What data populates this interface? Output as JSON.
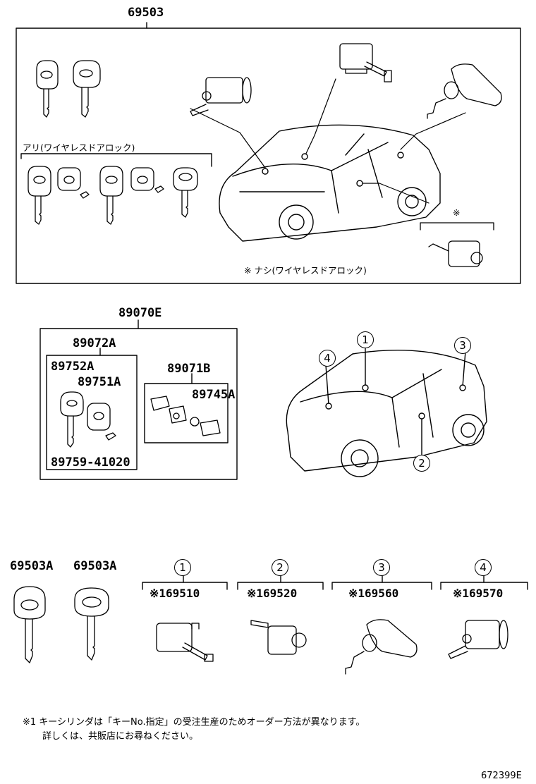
{
  "top_group": {
    "part_number": "69503",
    "wireless_label": "アリ(ワイヤレスドアロック)",
    "no_wireless_mark": "※",
    "no_wireless_label": "※ ナシ(ワイヤレスドアロック)"
  },
  "transmitter_group": {
    "part_number": "89070E",
    "sub_assembly": "89072A",
    "key_part": "89752A",
    "housing_part": "89751A",
    "screw_part": "89759-41020",
    "module_part": "89071B",
    "battery_part": "89745A"
  },
  "vehicle_callouts": [
    "1",
    "2",
    "3",
    "4"
  ],
  "spare_keys": [
    {
      "part_number": "69503A"
    },
    {
      "part_number": "69503A"
    }
  ],
  "cylinders": [
    {
      "callout": "1",
      "part_number": "※169510"
    },
    {
      "callout": "2",
      "part_number": "※169520"
    },
    {
      "callout": "3",
      "part_number": "※169560"
    },
    {
      "callout": "4",
      "part_number": "※169570"
    }
  ],
  "footnote": {
    "line1": "※1 キーシリンダは「キーNo.指定」の受注生産のためオーダー方法が異なります。",
    "line2": "詳しくは、共販店にお尋ねください。"
  },
  "diagram_code": "672399E"
}
